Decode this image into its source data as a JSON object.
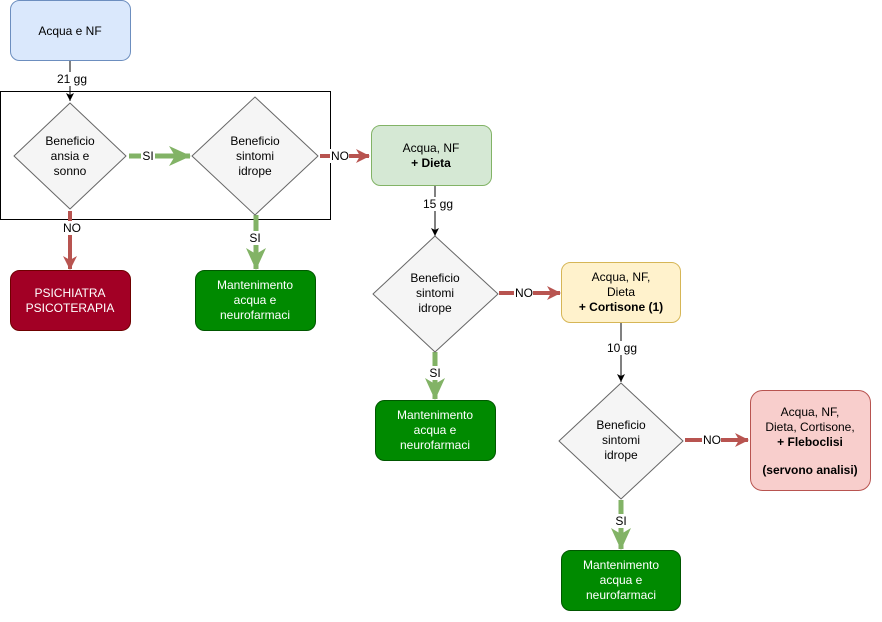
{
  "nodes": {
    "start": {
      "lines": [
        "Acqua e NF"
      ]
    },
    "q_ansia": {
      "lines": [
        "Beneficio",
        "ansia e",
        "sonno"
      ]
    },
    "q_idrope_1": {
      "lines": [
        "Beneficio",
        "sintomi",
        "idrope"
      ]
    },
    "psichiatra": {
      "lines": [
        "PSICHIATRA",
        "PSICOTERAPIA"
      ]
    },
    "mantenimento_1": {
      "lines": [
        "Mantenimento",
        "acqua e",
        "neurofarmaci"
      ]
    },
    "dieta": {
      "lines": [
        "Acqua, NF",
        "+ Dieta"
      ]
    },
    "q_idrope_2": {
      "lines": [
        "Beneficio",
        "sintomi",
        "idrope"
      ]
    },
    "mantenimento_2": {
      "lines": [
        "Mantenimento",
        "acqua e",
        "neurofarmaci"
      ]
    },
    "cortisone": {
      "lines": [
        "Acqua, NF,",
        "Dieta",
        "+ Cortisone (1)"
      ]
    },
    "q_idrope_3": {
      "lines": [
        "Beneficio",
        "sintomi",
        "idrope"
      ]
    },
    "mantenimento_3": {
      "lines": [
        "Mantenimento",
        "acqua e",
        "neurofarmaci"
      ]
    },
    "fleboclisi": {
      "lines": [
        "Acqua, NF,",
        "Dieta, Cortisone,",
        "+ Fleboclisi",
        "",
        "(servono analisi)"
      ]
    }
  },
  "edges": {
    "start_to_q_ansia": "21 gg",
    "ansia_si": "SI",
    "ansia_no": "NO",
    "idrope1_si": "SI",
    "idrope1_no": "NO",
    "dieta_to_q": "15 gg",
    "idrope2_si": "SI",
    "idrope2_no": "NO",
    "cortisone_to_q": "10  gg",
    "idrope3_si": "SI",
    "idrope3_no": "NO"
  },
  "colors": {
    "start_fill": "#dae8fc",
    "start_stroke": "#6c8ebf",
    "decision_fill": "#f5f5f5",
    "decision_stroke": "#666666",
    "red_fill": "#a20025",
    "red_stroke": "#6f0000",
    "green_fill": "#008a00",
    "green_stroke": "#005700",
    "light_green_fill": "#d5e8d4",
    "light_green_stroke": "#82b366",
    "yellow_fill": "#fff2cc",
    "yellow_stroke": "#d6b656",
    "pink_fill": "#f8cecc",
    "pink_stroke": "#b85450",
    "arrow_green": "#82b366",
    "arrow_red": "#b85450"
  }
}
